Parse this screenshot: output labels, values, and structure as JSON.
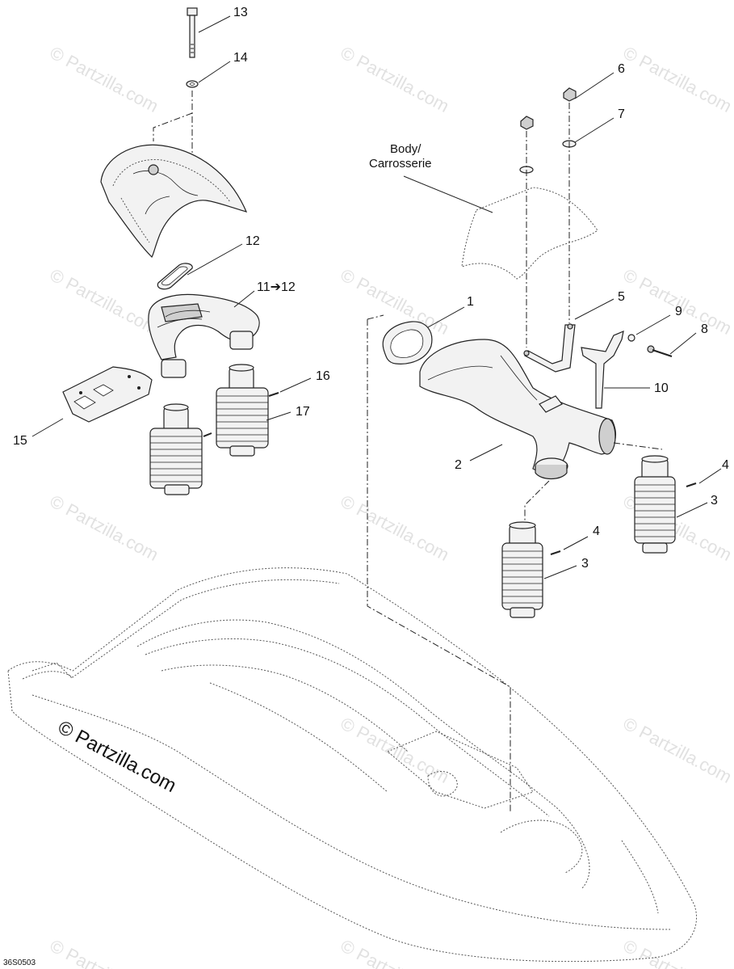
{
  "figure_ref": "36S0503",
  "watermark": "© Partzilla.com",
  "callouts": {
    "c1": "1",
    "c2": "2",
    "c3a": "3",
    "c3b": "3",
    "c4a": "4",
    "c4b": "4",
    "c5": "5",
    "c6": "6",
    "c7": "7",
    "c8": "8",
    "c9": "9",
    "c10": "10",
    "c11": "11➔12",
    "c12": "12",
    "c13": "13",
    "c14": "14",
    "c15": "15",
    "c16": "16",
    "c17": "17"
  },
  "body_label": {
    "line1": "Body/",
    "line2": "Carrosserie"
  }
}
